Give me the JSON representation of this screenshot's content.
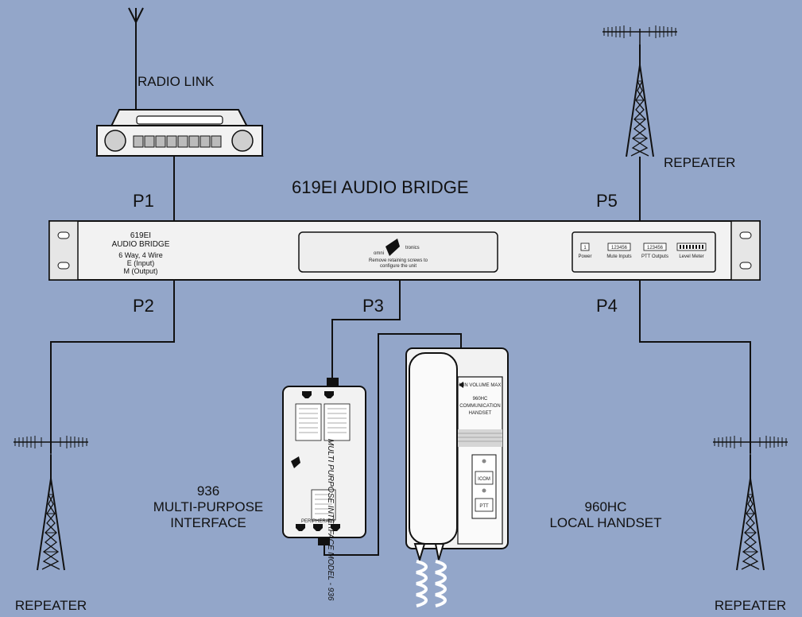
{
  "labels": {
    "radio_link": "RADIO LINK",
    "bridge_title": "619EI AUDIO BRIDGE",
    "repeater_top_right": "REPEATER",
    "repeater_bottom_left": "REPEATER",
    "repeater_bottom_right": "REPEATER",
    "mpi_line1": "936",
    "mpi_line2": "MULTI-PURPOSE",
    "mpi_line3": "INTERFACE",
    "handset_line1": "960HC",
    "handset_line2": "LOCAL HANDSET"
  },
  "ports": {
    "p1": "P1",
    "p2": "P2",
    "p3": "P3",
    "p4": "P4",
    "p5": "P5"
  },
  "rack": {
    "model": "619EI",
    "name": "AUDIO BRIDGE",
    "spec1": "6 Way, 4 Wire",
    "spec2": "E (Input)",
    "spec3": "M (Output)",
    "logo_brand": "omni",
    "logo_brand2": "tronics",
    "panel_note1": "Remove retaining screws to",
    "panel_note2": "configure the unit",
    "ind_power_num": "1",
    "ind_power": "Power",
    "ind_mute_num": "123456",
    "ind_mute": "Mute Inputs",
    "ind_ptt_num": "123456",
    "ind_ptt": "PTT Outputs",
    "ind_level": "Level Meter"
  },
  "mpi_box": {
    "model_text": "MULTI PURPOSE INTERFACE MODEL - 936",
    "peripherals": "PERIPHERALS"
  },
  "handset_box": {
    "volume": "MIN  VOLUME  MAX",
    "name1": "960HC",
    "name2": "COMMUNICATION",
    "name3": "HANDSET",
    "icom": "ICOM",
    "ptt": "PTT"
  },
  "colors": {
    "background": "#93a6c9",
    "device_fill": "#f2f2f2",
    "line": "#111111"
  }
}
